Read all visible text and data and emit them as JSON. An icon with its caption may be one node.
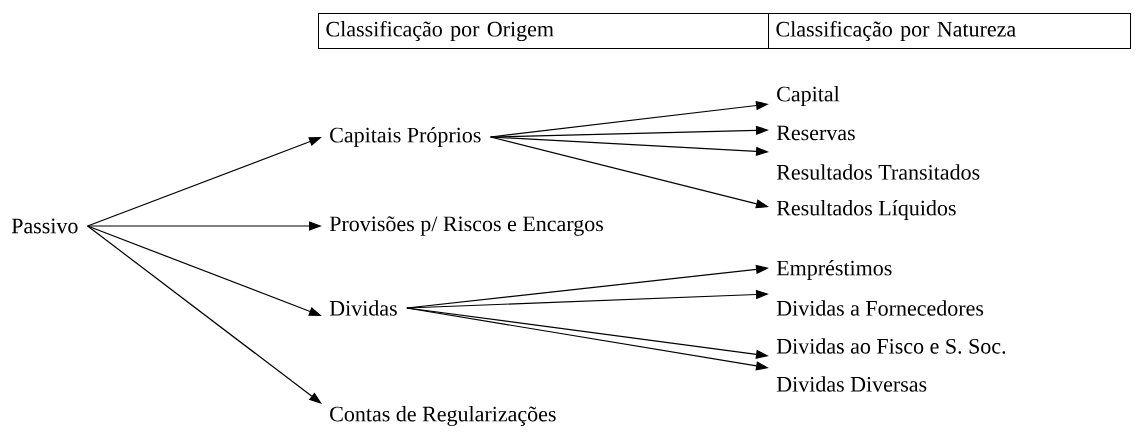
{
  "diagram": {
    "nodes": [
      {
        "text": [
          "Passivo"
        ]
      },
      {
        "text": [
          "Capitais Próprios"
        ]
      },
      {
        "text": [
          "Provisões p/ Riscos e Encargos"
        ]
      },
      {
        "text": [
          "Dividas"
        ]
      },
      {
        "text": [
          "Contas de Regularizações"
        ]
      },
      {
        "text": [
          "Capital"
        ]
      },
      {
        "text": [
          "Reservas"
        ]
      },
      {
        "text": [
          "Resultados Transitados"
        ]
      },
      {
        "text": [
          "Resultados Líquidos"
        ]
      },
      {
        "text": [
          "Empréstimos"
        ]
      },
      {
        "text": [
          "Dividas a Fornecedores"
        ]
      },
      {
        "text": [
          "Dividas ao Fisco e S. Soc."
        ]
      },
      {
        "text": [
          "Dividas Diversas"
        ]
      }
    ],
    "edges": [
      {
        "from": 0,
        "to": 1,
        "arrow": "to"
      },
      {
        "from": 0,
        "to": 2,
        "arrow": "to"
      },
      {
        "from": 0,
        "to": 3,
        "arrow": "to"
      },
      {
        "from": 0,
        "to": 4,
        "arrow": "to"
      },
      {
        "from": 1,
        "to": 5,
        "arrow": "to"
      },
      {
        "from": 1,
        "to": 6,
        "arrow": "to"
      },
      {
        "from": 1,
        "to": 7,
        "arrow": "to"
      },
      {
        "from": 1,
        "to": 8,
        "arrow": "to"
      },
      {
        "from": 3,
        "to": 9,
        "arrow": "to"
      },
      {
        "from": 3,
        "to": 10,
        "arrow": "to"
      },
      {
        "from": 3,
        "to": 11,
        "arrow": "to"
      },
      {
        "from": 3,
        "to": 12,
        "arrow": "to"
      }
    ],
    "labels": [
      "Classificação por Origem",
      "Classificação por Natureza"
    ]
  }
}
